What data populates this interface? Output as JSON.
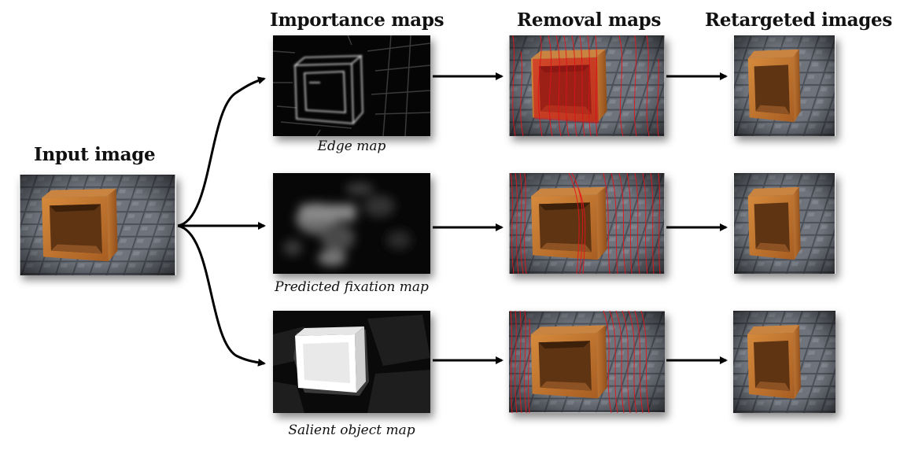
{
  "headings": {
    "input": "Input image",
    "importance": "Importance maps",
    "removal": "Removal maps",
    "retargeted": "Retargeted images"
  },
  "captions": {
    "edge": "Edge map",
    "fixation": "Predicted fixation map",
    "salient": "Salient object map"
  },
  "colors": {
    "box": "#c0742f",
    "box_dark": "#7a4419",
    "box_inner": "#5a3312",
    "ground": "#5a5e66",
    "seam": "#e8131b",
    "arrow": "#000000"
  }
}
